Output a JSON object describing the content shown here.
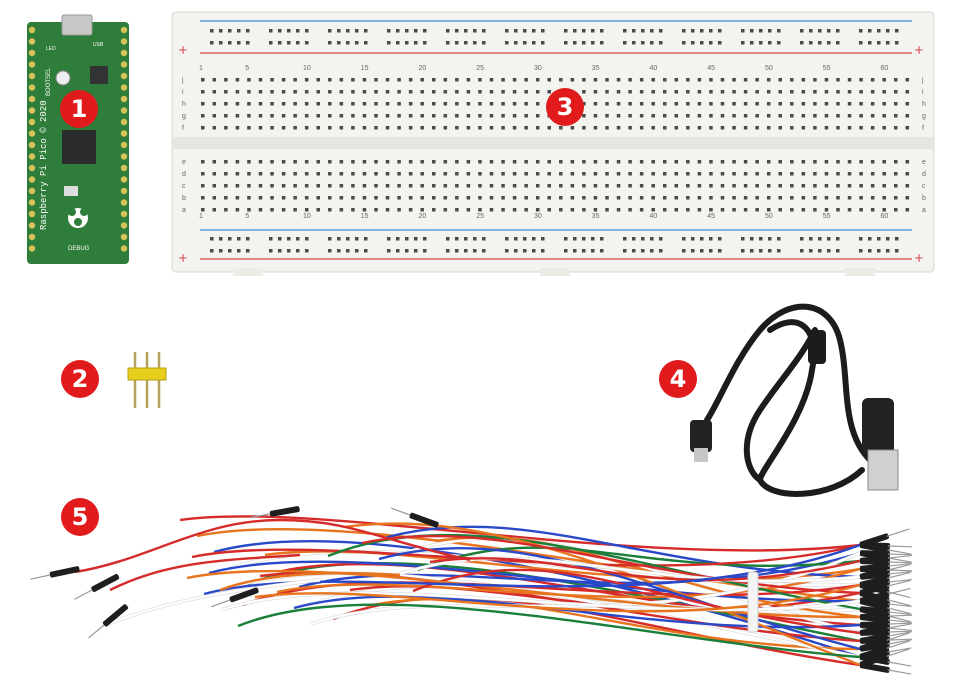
{
  "badges": [
    {
      "label": "1",
      "item": "Raspberry Pi Pico board"
    },
    {
      "label": "2",
      "item": "pin header"
    },
    {
      "label": "3",
      "item": "breadboard"
    },
    {
      "label": "4",
      "item": "micro USB cable"
    },
    {
      "label": "5",
      "item": "jumper wires"
    }
  ],
  "pico": {
    "silkscreen_name": "Raspberry Pi Pico © 2020",
    "bootsel": "BOOTSEL",
    "debug": "DEBUG",
    "led": "LED",
    "usb": "USB"
  },
  "breadboard": {
    "column_numbers": [
      "1",
      "5",
      "10",
      "15",
      "20",
      "25",
      "30",
      "35",
      "40",
      "45",
      "50",
      "55",
      "60"
    ],
    "row_letters_top": [
      "j",
      "i",
      "h",
      "g",
      "f"
    ],
    "row_letters_bottom": [
      "e",
      "d",
      "c",
      "b",
      "a"
    ]
  },
  "colors": {
    "pcb_green": "#2f7d3a",
    "badge_red": "#e11b1b",
    "header_yellow": "#e6cf1c",
    "rail_blue": "#3a8fd6",
    "rail_red": "#d94646",
    "cable_black": "#1c1c1c"
  }
}
